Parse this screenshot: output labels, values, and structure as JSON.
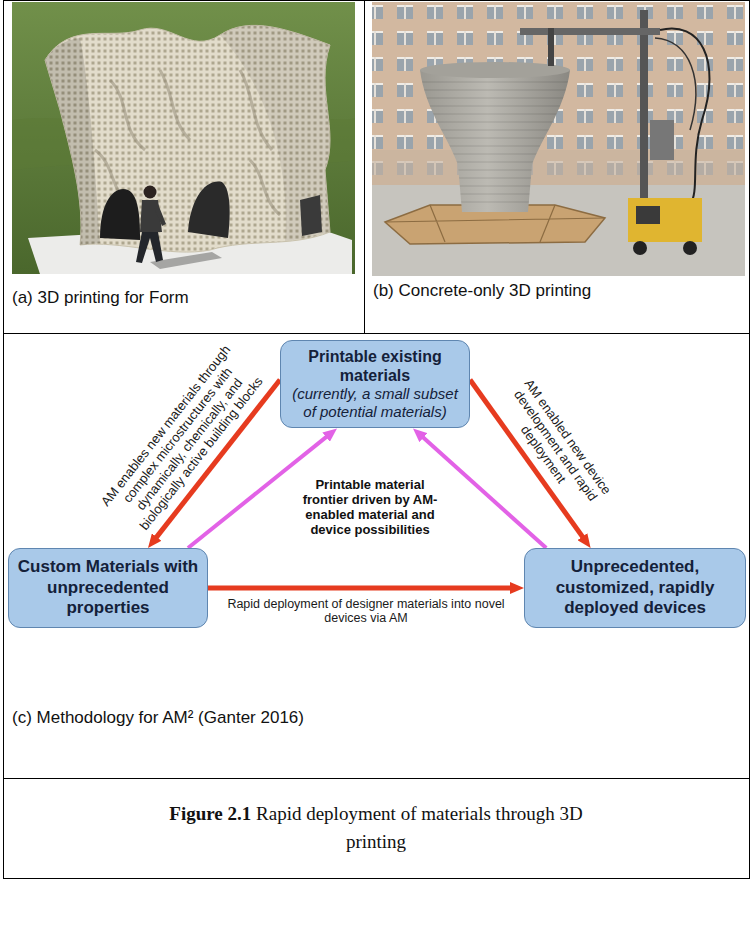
{
  "diagram": {
    "caption": "Figure 2.1 Rapid deployment of materials through 3D printing",
    "nodes": [
      {
        "text": [
          "Printable existing materials",
          "(currently, a small subset of potential materials)"
        ]
      },
      {
        "text": [
          "Custom Materials with unprecedented properties"
        ]
      },
      {
        "text": [
          "Unprecedented, customized, rapidly deployed devices"
        ]
      }
    ],
    "edges": [
      {
        "from": 0,
        "to": 1,
        "arrow": "to",
        "label": "AM enables new materials through complex microstructures with dynamically, chemically, and biologically active building blocks"
      },
      {
        "from": 0,
        "to": 2,
        "arrow": "to",
        "label": "AM enabled new device development and rapid deployment"
      },
      {
        "from": 1,
        "to": 2,
        "arrow": "to",
        "label": "Rapid deployment of designer materials into novel devices via AM"
      },
      {
        "from": 1,
        "to": 0,
        "arrow": "to"
      },
      {
        "from": 2,
        "to": 0,
        "arrow": "to"
      }
    ],
    "labels": [
      "(a) 3D printing for Form",
      "(b) Concrete-only 3D printing",
      "Printable material frontier driven by AM-enabled material and device possibilities",
      "(c) Methodology for AM² (Ganter 2016)"
    ]
  }
}
